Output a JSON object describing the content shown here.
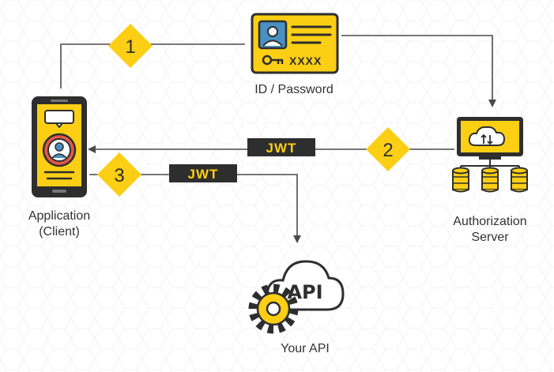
{
  "nodes": {
    "credentials": {
      "label": "ID /  Password",
      "mask": "XXXX"
    },
    "client": {
      "label_line1": "Application",
      "label_line2": "(Client)"
    },
    "auth_server": {
      "label_line1": "Authorization",
      "label_line2": "Server"
    },
    "api": {
      "label": "Your API",
      "icon_text": "API"
    }
  },
  "steps": [
    {
      "number": "1"
    },
    {
      "number": "2",
      "token_label": "JWT"
    },
    {
      "number": "3",
      "token_label": "JWT"
    }
  ],
  "colors": {
    "accent": "#FCCF15",
    "dark": "#2E2E2E",
    "line": "#4A4A4A",
    "text": "#333333",
    "cloud_blue": "#4A90C2",
    "pattern": "#F3F3F3"
  }
}
